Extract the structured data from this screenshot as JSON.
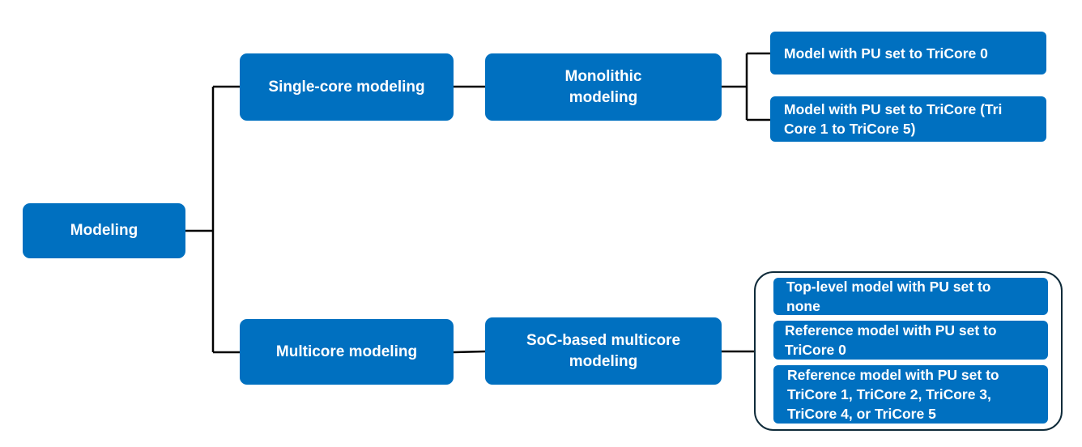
{
  "root": {
    "label": "Modeling"
  },
  "branches": [
    {
      "label": "Single-core modeling",
      "child": {
        "label_lines": [
          "Monolithic",
          "modeling"
        ],
        "leaves": [
          {
            "lines": [
              "Model with PU set to TriCore 0"
            ]
          },
          {
            "lines": [
              "Model with PU set to TriCore (Tri",
              "Core 1 to TriCore 5)"
            ]
          }
        ]
      }
    },
    {
      "label": "Multicore modeling",
      "child": {
        "label_lines": [
          "SoC-based multicore",
          "modeling"
        ],
        "leaves": [
          {
            "lines": [
              "Top-level model with PU set to",
              "none"
            ]
          },
          {
            "lines": [
              "Reference model with PU set to",
              "TriCore 0"
            ]
          },
          {
            "lines": [
              "Reference model with PU set to",
              "TriCore 1, TriCore 2, TriCore 3,",
              "TriCore 4, or TriCore 5"
            ]
          }
        ]
      }
    }
  ],
  "colors": {
    "box_fill": "#0070c0",
    "box_text": "#ffffff",
    "connector": "#000000",
    "group_outline": "#0f2b3a"
  }
}
